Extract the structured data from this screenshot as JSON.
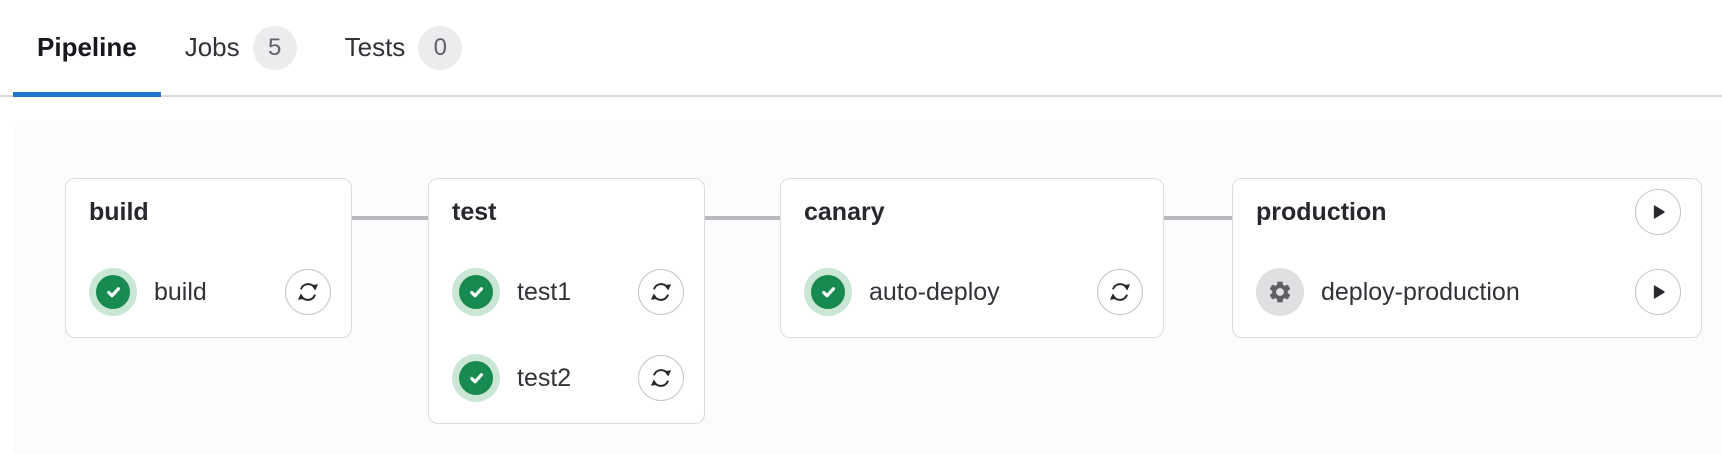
{
  "tabs": [
    {
      "label": "Pipeline",
      "active": true
    },
    {
      "label": "Jobs",
      "badge": "5",
      "active": false
    },
    {
      "label": "Tests",
      "badge": "0",
      "active": false
    }
  ],
  "pipeline": {
    "stages": [
      {
        "name": "build",
        "jobs": [
          {
            "name": "build",
            "status": "success",
            "action": "retry"
          }
        ]
      },
      {
        "name": "test",
        "jobs": [
          {
            "name": "test1",
            "status": "success",
            "action": "retry"
          },
          {
            "name": "test2",
            "status": "success",
            "action": "retry"
          }
        ]
      },
      {
        "name": "canary",
        "jobs": [
          {
            "name": "auto-deploy",
            "status": "success",
            "action": "retry"
          }
        ]
      },
      {
        "name": "production",
        "stage_action": "play",
        "jobs": [
          {
            "name": "deploy-production",
            "status": "manual",
            "action": "play"
          }
        ]
      }
    ]
  },
  "icons": {
    "success": "status-success-check-circle-icon",
    "manual": "gear-icon",
    "retry": "retry-icon",
    "play": "play-icon"
  },
  "colors": {
    "accent_blue": "#1f75cb",
    "success_green": "#178a50",
    "success_halo": "#c9e7d4",
    "manual_halo": "#e0e0e3",
    "manual_icon_gray": "#5f5e66",
    "card_border": "#dcdcde",
    "connector_gray": "#bababe",
    "panel_bg": "#fbfafd",
    "badge_bg": "#ececef",
    "badge_text": "#626168",
    "text_primary": "#28272d",
    "text_secondary": "#333238",
    "tabbar_border": "#dbdbde"
  }
}
